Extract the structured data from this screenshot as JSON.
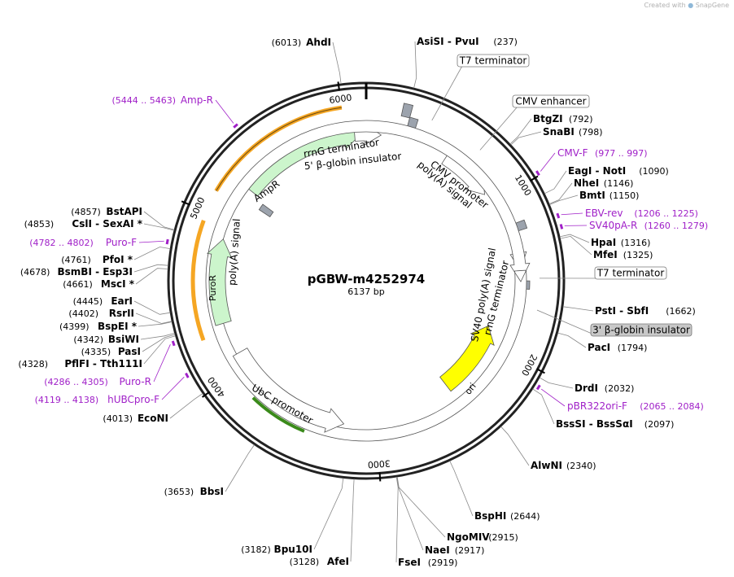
{
  "header": {
    "credit_prefix": "Created with",
    "credit_brand": "SnapGene"
  },
  "plasmid": {
    "name": "pGBW-m4252974",
    "length_label": "6137 bp",
    "length": 6137
  },
  "colors": {
    "primer": "#a020c8",
    "ori": "#ffff00",
    "puror": "#ccf5cc",
    "ampr": "#ccf5cc",
    "ubc": "#ffffff",
    "gray_feature": "#9ca3ad",
    "orange": "#f5a623",
    "green": "#3a8a1a"
  },
  "ticks": [
    {
      "bp": 1000,
      "label": "1000"
    },
    {
      "bp": 2000,
      "label": "2000"
    },
    {
      "bp": 3000,
      "label": "3000"
    },
    {
      "bp": 4000,
      "label": "4000"
    },
    {
      "bp": 5000,
      "label": "5000"
    },
    {
      "bp": 6000,
      "label": "6000"
    }
  ],
  "sites": [
    {
      "pos": "(237)",
      "name": "AsiSI - PvuI",
      "bp": 237,
      "side": "right"
    },
    {
      "pos": "(6013)",
      "name": "AhdI",
      "bp": 6013,
      "side": "left"
    },
    {
      "pos": "(792)",
      "name": "BtgZI",
      "bp": 792,
      "side": "right"
    },
    {
      "pos": "(798)",
      "name": "SnaBI",
      "bp": 798,
      "side": "right"
    },
    {
      "pos": "(1090)",
      "name": "EagI - NotI",
      "bp": 1090,
      "side": "right"
    },
    {
      "pos": "(1146)",
      "name": "NheI",
      "bp": 1146,
      "side": "right"
    },
    {
      "pos": "(1150)",
      "name": "BmtI",
      "bp": 1150,
      "side": "right"
    },
    {
      "pos": "(1316)",
      "name": "HpaI",
      "bp": 1316,
      "side": "right"
    },
    {
      "pos": "(1325)",
      "name": "MfeI",
      "bp": 1325,
      "side": "right"
    },
    {
      "pos": "(1662)",
      "name": "PstI - SbfI",
      "bp": 1662,
      "side": "right"
    },
    {
      "pos": "(1794)",
      "name": "PacI",
      "bp": 1794,
      "side": "right"
    },
    {
      "pos": "(2032)",
      "name": "DrdI",
      "bp": 2032,
      "side": "right"
    },
    {
      "pos": "(2097)",
      "name": "BssSI - BssSαI",
      "bp": 2097,
      "side": "right"
    },
    {
      "pos": "(2340)",
      "name": "AlwNI",
      "bp": 2340,
      "side": "right"
    },
    {
      "pos": "(2644)",
      "name": "BspHI",
      "bp": 2644,
      "side": "right"
    },
    {
      "pos": "(2915)",
      "name": "NgoMIV",
      "bp": 2915,
      "side": "right"
    },
    {
      "pos": "(2917)",
      "name": "NaeI",
      "bp": 2917,
      "side": "right"
    },
    {
      "pos": "(2919)",
      "name": "FseI",
      "bp": 2919,
      "side": "right"
    },
    {
      "pos": "(3128)",
      "name": "AfeI",
      "bp": 3128,
      "side": "left"
    },
    {
      "pos": "(3182)",
      "name": "Bpu10I",
      "bp": 3182,
      "side": "left"
    },
    {
      "pos": "(3653)",
      "name": "BbsI",
      "bp": 3653,
      "side": "left"
    },
    {
      "pos": "(4013)",
      "name": "EcoNI",
      "bp": 4013,
      "side": "left"
    },
    {
      "pos": "(4328)",
      "name": "PflFI - Tth111I",
      "bp": 4328,
      "side": "left"
    },
    {
      "pos": "(4335)",
      "name": "PasI",
      "bp": 4335,
      "side": "left"
    },
    {
      "pos": "(4342)",
      "name": "BsiWI",
      "bp": 4342,
      "side": "left"
    },
    {
      "pos": "(4399)",
      "name": "BspEI *",
      "bp": 4399,
      "side": "left"
    },
    {
      "pos": "(4402)",
      "name": "RsrII",
      "bp": 4402,
      "side": "left"
    },
    {
      "pos": "(4445)",
      "name": "EarI",
      "bp": 4445,
      "side": "left"
    },
    {
      "pos": "(4661)",
      "name": "MscI *",
      "bp": 4661,
      "side": "left"
    },
    {
      "pos": "(4678)",
      "name": "BsmBI - Esp3I",
      "bp": 4678,
      "side": "left"
    },
    {
      "pos": "(4761)",
      "name": "PfoI *",
      "bp": 4761,
      "side": "left"
    },
    {
      "pos": "(4853)",
      "name": "CslI - SexAI *",
      "bp": 4853,
      "side": "left"
    },
    {
      "pos": "(4857)",
      "name": "BstAPI",
      "bp": 4857,
      "side": "left"
    }
  ],
  "primers": [
    {
      "name": "Amp-R",
      "range": "(5444 .. 5463)",
      "bp": 5453,
      "side": "left"
    },
    {
      "name": "CMV-F",
      "range": "(977 .. 997)",
      "bp": 987,
      "side": "right"
    },
    {
      "name": "EBV-rev",
      "range": "(1206 .. 1225)",
      "bp": 1215,
      "side": "right"
    },
    {
      "name": "SV40pA-R",
      "range": "(1260 .. 1279)",
      "bp": 1270,
      "side": "right"
    },
    {
      "name": "pBR322ori-F",
      "range": "(2065 .. 2084)",
      "bp": 2075,
      "side": "right"
    },
    {
      "name": "Puro-F",
      "range": "(4782 .. 4802)",
      "bp": 4792,
      "side": "left"
    },
    {
      "name": "Puro-R",
      "range": "(4286 .. 4305)",
      "bp": 4296,
      "side": "left"
    },
    {
      "name": "hUBCpro-F",
      "range": "(4119 .. 4138)",
      "bp": 4128,
      "side": "left"
    }
  ],
  "boxed_labels": [
    {
      "text": "T7 terminator",
      "bp": 380,
      "style": "white"
    },
    {
      "text": "CMV enhancer",
      "bp": 700,
      "style": "white"
    },
    {
      "text": "T7 terminator",
      "bp": 1520,
      "style": "white"
    },
    {
      "text": "3' β-globin insulator",
      "bp": 1700,
      "style": "gray"
    }
  ],
  "features": [
    {
      "name": "rrnG terminator",
      "start": 5700,
      "end": 6050,
      "r": 172,
      "kind": "label-arc"
    },
    {
      "name": "5' β-globin insulator",
      "start": 5620,
      "end": 6090,
      "r": 157,
      "kind": "label-arc"
    },
    {
      "name": "CMV promoter",
      "start": 530,
      "end": 880,
      "r": 160,
      "kind": "label-arc"
    },
    {
      "name": "poly(A) signal",
      "start": 470,
      "end": 820,
      "r": 143,
      "kind": "label-arc"
    },
    {
      "name": "SV40 poly(A) signal",
      "start": 1380,
      "end": 1640,
      "r": 162,
      "kind": "label-arc"
    },
    {
      "name": "rrnG terminator",
      "start": 1380,
      "end": 1620,
      "r": 179,
      "kind": "label-arc"
    },
    {
      "name": "ori",
      "start": 1830,
      "end": 2420,
      "r": 160,
      "kind": "label"
    },
    {
      "name": "UbC promoter",
      "start": 3280,
      "end": 3900,
      "r": 160,
      "kind": "label"
    },
    {
      "name": "PuroR",
      "start": 4300,
      "end": 4860,
      "r": 177,
      "kind": "label"
    },
    {
      "name": "poly(A) signal",
      "start": 4810,
      "end": 5160,
      "r": 142,
      "kind": "label-arc"
    },
    {
      "name": "AmpR",
      "start": 5140,
      "end": 5600,
      "r": 156,
      "kind": "label"
    }
  ]
}
